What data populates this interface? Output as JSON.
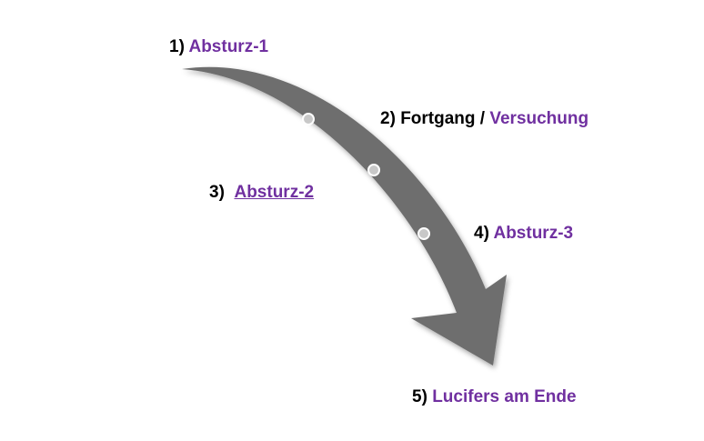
{
  "colors": {
    "arrow": "#6e6e6e",
    "marker_fill": "#c8c8c8",
    "marker_stroke": "#ffffff",
    "term_text": "#7030a0",
    "number_text": "#000000"
  },
  "steps": [
    {
      "number": "1)",
      "term": "Absturz-1"
    },
    {
      "number": "2)",
      "prefix": "Fortgang /",
      "term": "Versuchung"
    },
    {
      "number": "3)",
      "term": "Absturz-2"
    },
    {
      "number": "4)",
      "term": "Absturz-3"
    },
    {
      "number": "5)",
      "term": "Lucifers am Ende"
    }
  ]
}
